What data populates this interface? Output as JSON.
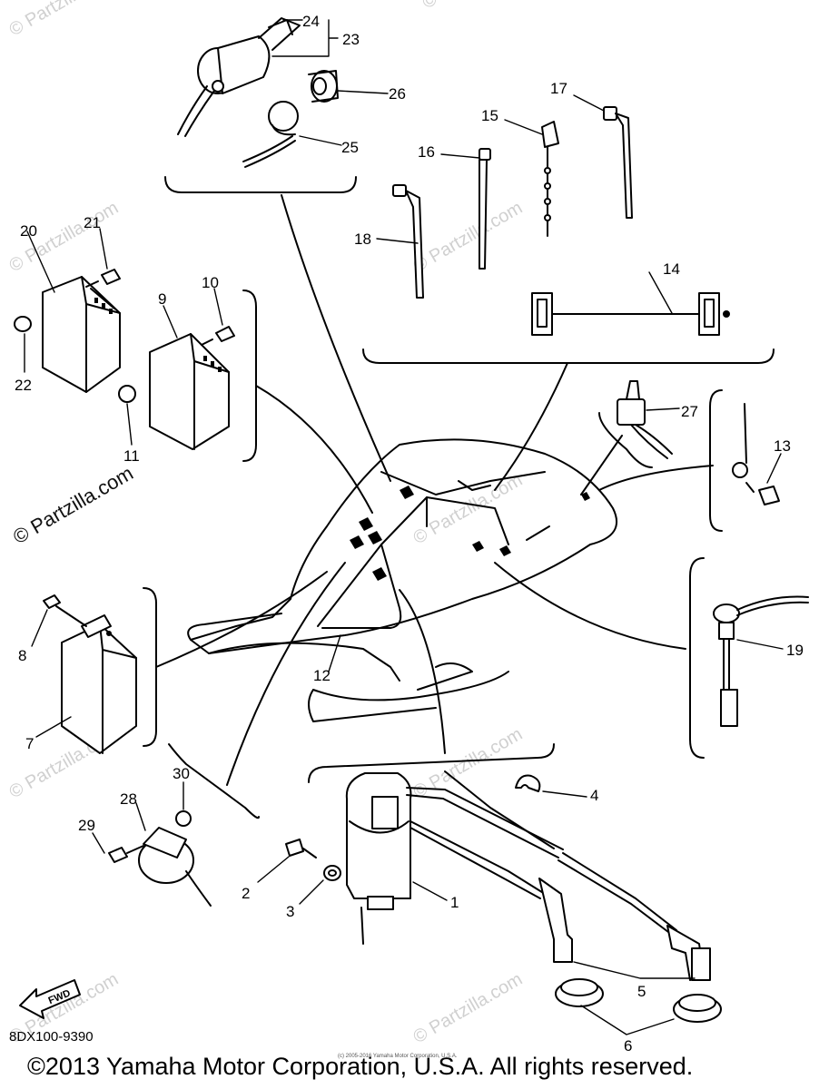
{
  "diagram": {
    "part_code": "8DX100-9390",
    "copyright": "©2013 Yamaha Motor Corporation, U.S.A. All rights reserved.",
    "small_copyright": "(c) 2005-2016 Yamaha Motor Corporation, U.S.A.",
    "fwd_label": "FWD",
    "watermarks": [
      "© Partzilla.com",
      "© Partzilla.com",
      "© Partzilla.com",
      "© Partzilla.com",
      "© Partzilla.com",
      "© Partzilla.com",
      "© Partzilla.com",
      "© Partzilla.com",
      "© Partzilla.com"
    ],
    "callouts": {
      "n1": "1",
      "n2": "2",
      "n3": "3",
      "n4": "4",
      "n5": "5",
      "n6": "6",
      "n7": "7",
      "n8": "8",
      "n9": "9",
      "n10": "10",
      "n11": "11",
      "n12": "12",
      "n13": "13",
      "n14": "14",
      "n15": "15",
      "n16": "16",
      "n17": "17",
      "n18": "18",
      "n19": "19",
      "n20": "20",
      "n21": "21",
      "n22": "22",
      "n23": "23",
      "n24": "24",
      "n25": "25",
      "n26": "26",
      "n27": "27",
      "n28": "28",
      "n29": "29",
      "n30": "30"
    }
  }
}
